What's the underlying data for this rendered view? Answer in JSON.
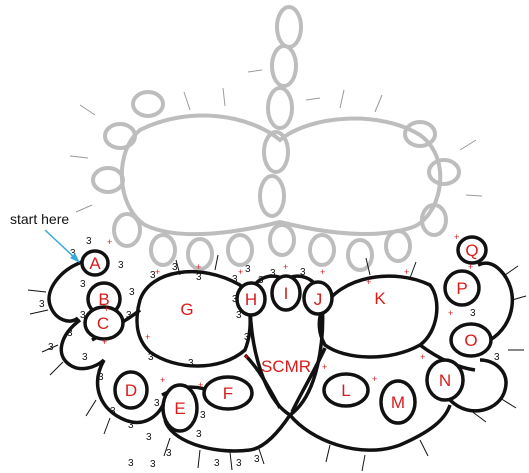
{
  "start_label": "start here",
  "ring_labels": [
    "A",
    "B",
    "C",
    "D",
    "E",
    "F",
    "G",
    "H",
    "I",
    "J",
    "K",
    "L",
    "M",
    "N",
    "O",
    "P",
    "Q"
  ],
  "center_label": "SCMR",
  "stitch_count": "3",
  "join_mark": "+",
  "colors": {
    "black_lace": "#111111",
    "grey_lace": "#bdbdbd",
    "label": "#d81c1c",
    "arrow": "#3aa9d9"
  }
}
